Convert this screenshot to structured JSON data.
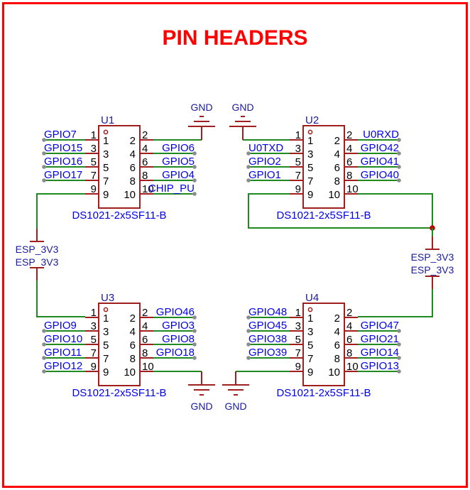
{
  "title": "PIN HEADERS",
  "colors": {
    "frame": "#ff0000",
    "title": "#ff0000",
    "component": "#a01e1e",
    "wire": "#1f8a1f",
    "net_label": "#0000ee",
    "designator": "#1a1aa0",
    "junction": "#c00000"
  },
  "headers": [
    {
      "designator": "U1",
      "part": "DS1021-2x5SF11-B",
      "pins": [
        {
          "num": "1",
          "net": "GPIO7"
        },
        {
          "num": "2",
          "net": "GND"
        },
        {
          "num": "3",
          "net": "GPIO15"
        },
        {
          "num": "4",
          "net": "GPIO6"
        },
        {
          "num": "5",
          "net": "GPIO16"
        },
        {
          "num": "6",
          "net": "GPIO5"
        },
        {
          "num": "7",
          "net": "GPIO17"
        },
        {
          "num": "8",
          "net": "GPIO4"
        },
        {
          "num": "9",
          "net": "ESP_3V3"
        },
        {
          "num": "10",
          "net": "CHIP_PU"
        }
      ]
    },
    {
      "designator": "U2",
      "part": "DS1021-2x5SF11-B",
      "pins": [
        {
          "num": "1",
          "net": "GND"
        },
        {
          "num": "2",
          "net": "U0RXD"
        },
        {
          "num": "3",
          "net": "U0TXD"
        },
        {
          "num": "4",
          "net": "GPIO42"
        },
        {
          "num": "5",
          "net": "GPIO2"
        },
        {
          "num": "6",
          "net": "GPIO41"
        },
        {
          "num": "7",
          "net": "GPIO1"
        },
        {
          "num": "8",
          "net": "GPIO40"
        },
        {
          "num": "9",
          "net": "ESP_3V3"
        },
        {
          "num": "10",
          "net": "ESP_3V3"
        }
      ]
    },
    {
      "designator": "U3",
      "part": "DS1021-2x5SF11-B",
      "pins": [
        {
          "num": "1",
          "net": "ESP_3V3"
        },
        {
          "num": "2",
          "net": "GPIO46"
        },
        {
          "num": "3",
          "net": "GPIO9"
        },
        {
          "num": "4",
          "net": "GPIO3"
        },
        {
          "num": "5",
          "net": "GPIO10"
        },
        {
          "num": "6",
          "net": "GPIO8"
        },
        {
          "num": "7",
          "net": "GPIO11"
        },
        {
          "num": "8",
          "net": "GPIO18"
        },
        {
          "num": "9",
          "net": "GPIO12"
        },
        {
          "num": "10",
          "net": "GND"
        }
      ]
    },
    {
      "designator": "U4",
      "part": "DS1021-2x5SF11-B",
      "pins": [
        {
          "num": "1",
          "net": "GPIO48"
        },
        {
          "num": "2",
          "net": "ESP_3V3"
        },
        {
          "num": "3",
          "net": "GPIO45"
        },
        {
          "num": "4",
          "net": "GPIO47"
        },
        {
          "num": "5",
          "net": "GPIO38"
        },
        {
          "num": "6",
          "net": "GPIO21"
        },
        {
          "num": "7",
          "net": "GPIO39"
        },
        {
          "num": "8",
          "net": "GPIO14"
        },
        {
          "num": "9",
          "net": "GND"
        },
        {
          "num": "10",
          "net": "GPIO13"
        }
      ]
    }
  ],
  "power_symbols": {
    "gnd_label": "GND",
    "vcc_label": "ESP_3V3"
  }
}
